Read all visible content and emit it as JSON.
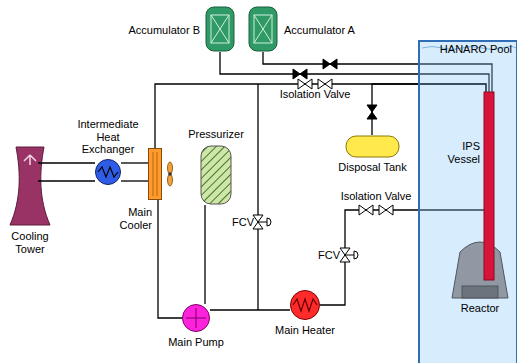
{
  "diagram": {
    "nodes": [
      {
        "text": [
          "Accumulator B"
        ]
      },
      {
        "text": [
          "Accumulator A"
        ]
      },
      {
        "text": [
          "HANARO Pool"
        ]
      },
      {
        "text": [
          "IPS Vessel"
        ],
        "in": 2
      },
      {
        "text": [
          "Reactor"
        ],
        "in": 2
      },
      {
        "text": [
          "Cooling Tower"
        ]
      },
      {
        "text": [
          "Intermediate Heat Exchanger"
        ]
      },
      {
        "text": [
          "Main Cooler"
        ]
      },
      {
        "text": [
          "Pressurizer"
        ]
      },
      {
        "text": [
          "Disposal Tank"
        ]
      },
      {
        "text": [
          "Main Pump"
        ]
      },
      {
        "text": [
          "Main Heater"
        ]
      }
    ],
    "edges": [
      {
        "from": 5,
        "to": 6,
        "arrow": "none"
      },
      {
        "from": 6,
        "to": 5,
        "arrow": "none"
      },
      {
        "from": 6,
        "to": 7,
        "arrow": "none"
      },
      {
        "from": 7,
        "to": 6,
        "arrow": "none"
      },
      {
        "from": 7,
        "to": 10,
        "arrow": "none"
      },
      {
        "from": 10,
        "to": 11,
        "arrow": "none"
      },
      {
        "from": 11,
        "to": 3,
        "arrow": "none"
      },
      {
        "from": 3,
        "to": 7,
        "arrow": "none"
      },
      {
        "from": 8,
        "to": 10,
        "arrow": "none"
      },
      {
        "from": 1,
        "to": 3,
        "arrow": "none"
      },
      {
        "from": 0,
        "to": 3,
        "arrow": "none"
      },
      {
        "from": 9,
        "to": 3,
        "arrow": "none"
      }
    ],
    "labels": [
      "Isolation Valve",
      "Isolation Valve",
      "FCV",
      "FCV"
    ]
  }
}
